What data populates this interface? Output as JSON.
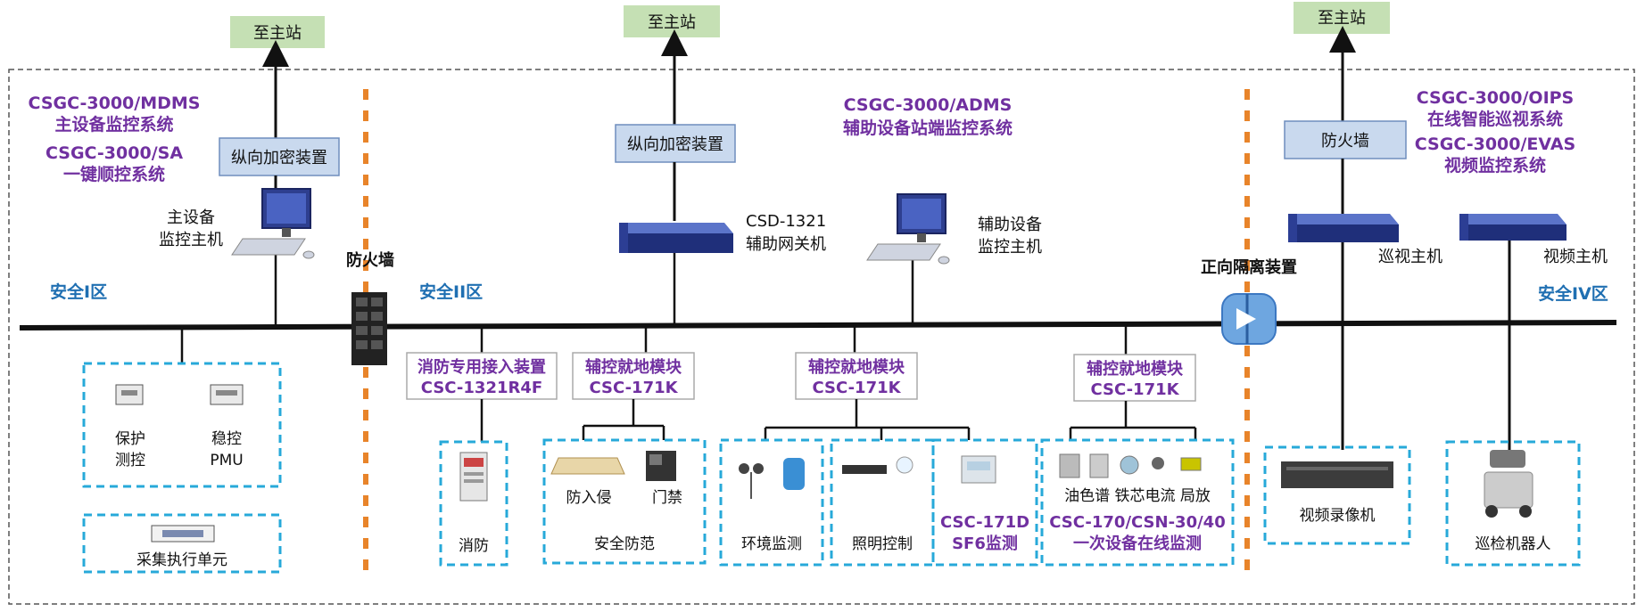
{
  "colors": {
    "system_purple": "#7030a0",
    "zone_blue": "#1f6fb2",
    "station_green": "#c5e0b4",
    "encrypt_blue": "#c9d9ee",
    "dashed_cyan": "#27a9d9",
    "divider_orange": "#e8842a",
    "bus_black": "#111111"
  },
  "stations": {
    "s1": "至主站",
    "s2": "至主站",
    "s3": "至主站"
  },
  "systems": {
    "mdms_1": "CSGC-3000/MDMS",
    "mdms_2": "主设备监控系统",
    "sa_1": "CSGC-3000/SA",
    "sa_2": "一键顺控系统",
    "adms_1": "CSGC-3000/ADMS",
    "adms_2": "辅助设备站端监控系统",
    "oips_1": "CSGC-3000/OIPS",
    "oips_2": "在线智能巡视系统",
    "evas_1": "CSGC-3000/EVAS",
    "evas_2": "视频监控系统"
  },
  "boxes": {
    "encrypt1": "纵向加密装置",
    "encrypt2": "纵向加密装置",
    "firewall_box": "防火墙"
  },
  "zones": {
    "z1": "安全I区",
    "z2": "安全II区",
    "z4": "安全IV区"
  },
  "hosts": {
    "main_1": "主设备",
    "main_2": "监控主机",
    "gw_1": "CSD-1321",
    "gw_2": "辅助网关机",
    "aux_1": "辅助设备",
    "aux_2": "监控主机",
    "patrol": "巡视主机",
    "video": "视频主机"
  },
  "barriers": {
    "firewall": "防火墙",
    "isolator": "正向隔离装置"
  },
  "modules": {
    "fire_1": "消防专用接入装置",
    "fire_2": "CSC-1321R4F",
    "m1_1": "辅控就地模块",
    "m1_2": "CSC-171K",
    "m2_1": "辅控就地模块",
    "m2_2": "CSC-171K",
    "m3_1": "辅控就地模块",
    "m3_2": "CSC-171K"
  },
  "devices": {
    "protect_1": "保护",
    "protect_2": "测控",
    "pmu_1": "稳控",
    "pmu_2": "PMU",
    "collector": "采集执行单元",
    "fire": "消防",
    "intrusion": "防入侵",
    "access": "门禁",
    "security": "安全防范",
    "env": "环境监测",
    "lighting": "照明控制",
    "sf6_1": "CSC-171D",
    "sf6_2": "SF6监测",
    "online_items": "油色谱 铁芯电流 局放",
    "online_1": "CSC-170/CSN-30/40",
    "online_2": "一次设备在线监测",
    "recorder": "视频录像机",
    "robot": "巡检机器人"
  }
}
